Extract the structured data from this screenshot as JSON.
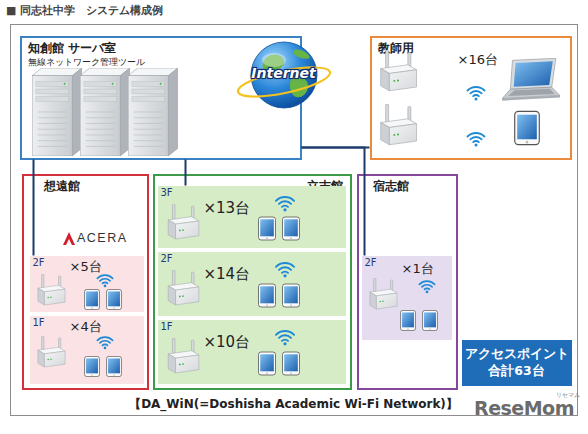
{
  "diagram": {
    "title": "■ 同志社中学　システム構成例",
    "nodes": [
      {
        "text": [
          "【DA_WiN(=Doshisha Academic Wi-Fi Network)】"
        ]
      },
      {
        "text": [
          "知創館 サーバ室",
          "無線ネットワーク管理ツール"
        ],
        "in": 0
      },
      {
        "text": [
          "Internet"
        ],
        "in": 0
      },
      {
        "text": [
          "教師用",
          "×16台"
        ],
        "in": 0
      },
      {
        "text": [
          "想遠館"
        ],
        "in": 0
      },
      {
        "text": [
          "2F",
          "×5台"
        ],
        "in": 4
      },
      {
        "text": [
          "1F",
          "×4台"
        ],
        "in": 4
      },
      {
        "text": [
          "立志館"
        ],
        "in": 0
      },
      {
        "text": [
          "3F",
          "×13台"
        ],
        "in": 7
      },
      {
        "text": [
          "2F",
          "×14台"
        ],
        "in": 7
      },
      {
        "text": [
          "1F",
          "×10台"
        ],
        "in": 7
      },
      {
        "text": [
          "宿志館"
        ],
        "in": 0
      },
      {
        "text": [
          "2F",
          "×1台"
        ],
        "in": 11
      },
      {
        "text": [
          "アクセスポイント 合計63台"
        ],
        "in": 0
      }
    ],
    "edges": [
      {
        "from": 1,
        "to": 3,
        "arrow": "none"
      },
      {
        "from": 1,
        "to": 5,
        "arrow": "none"
      },
      {
        "from": 1,
        "to": 8,
        "arrow": "none"
      },
      {
        "from": 1,
        "to": 12,
        "arrow": "none"
      }
    ],
    "labels": [
      "ACERA",
      "ReseMom",
      "リセマム"
    ]
  }
}
